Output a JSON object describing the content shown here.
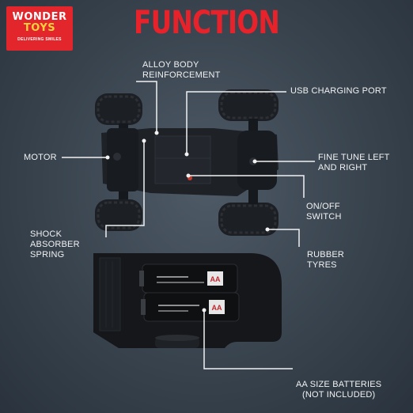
{
  "brand": {
    "line1": "WONDER",
    "line2": "TOYS",
    "tagline": "DELIVERING SMILES",
    "color": "#e3262c"
  },
  "title": "FUNCTION",
  "title_color": "#e8222a",
  "labels": {
    "alloy_body": [
      "ALLOY BODY",
      "REINFORCEMENT"
    ],
    "usb_port": [
      "USB CHARGING PORT"
    ],
    "motor": [
      "MOTOR"
    ],
    "fine_tune": [
      "FINE TUNE LEFT",
      "AND RIGHT"
    ],
    "on_off": [
      "ON/OFF",
      "SWITCH"
    ],
    "shock_absorber": [
      "SHOCK",
      "ABSORBER",
      "SPRING"
    ],
    "rubber_tyres": [
      "RUBBER",
      "TYRES"
    ],
    "batteries": [
      "AA SIZE BATTERIES",
      "(NOT INCLUDED)"
    ]
  },
  "battery_marks": [
    "AA",
    "AA"
  ]
}
